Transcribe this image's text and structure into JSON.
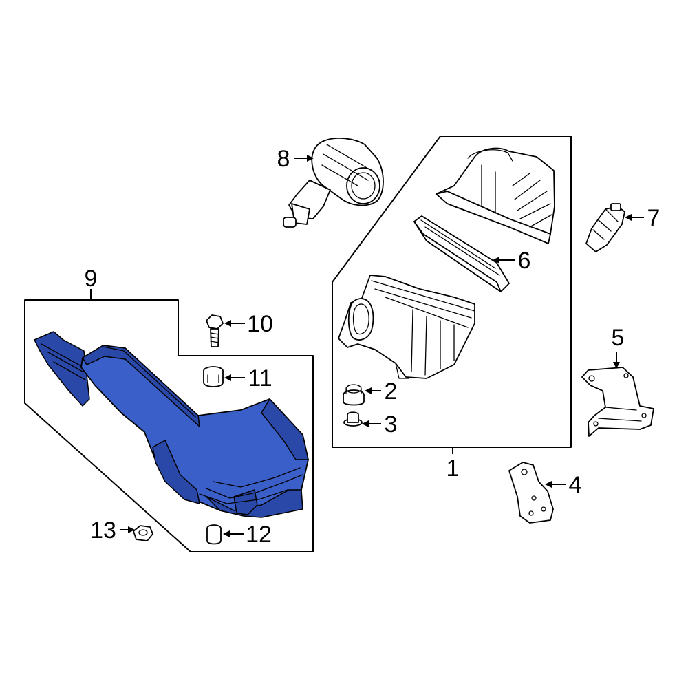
{
  "diagram": {
    "highlight_color": "#3a5fc8",
    "callouts": [
      {
        "id": "1",
        "label": "1"
      },
      {
        "id": "2",
        "label": "2"
      },
      {
        "id": "3",
        "label": "3"
      },
      {
        "id": "4",
        "label": "4"
      },
      {
        "id": "5",
        "label": "5"
      },
      {
        "id": "6",
        "label": "6"
      },
      {
        "id": "7",
        "label": "7"
      },
      {
        "id": "8",
        "label": "8"
      },
      {
        "id": "9",
        "label": "9"
      },
      {
        "id": "10",
        "label": "10"
      },
      {
        "id": "11",
        "label": "11"
      },
      {
        "id": "12",
        "label": "12"
      },
      {
        "id": "13",
        "label": "13"
      }
    ]
  }
}
